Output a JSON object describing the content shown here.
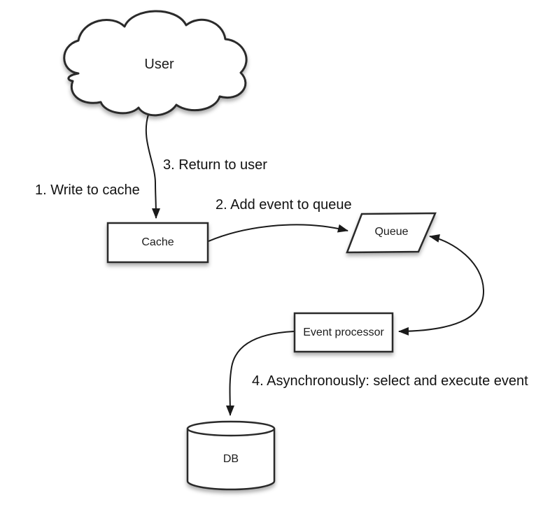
{
  "diagram": {
    "type": "flowchart",
    "background": "#ffffff",
    "colors": {
      "stroke": "#1f1f1f",
      "shape_fill": "#ffffff",
      "text": "#1c1c1c"
    },
    "nodes": [
      {
        "id": "user",
        "label": "User",
        "shape": "cloud"
      },
      {
        "id": "cache",
        "label": "Cache",
        "shape": "rectangle"
      },
      {
        "id": "queue",
        "label": "Queue",
        "shape": "parallelogram"
      },
      {
        "id": "event-processor",
        "label": "Event processor",
        "shape": "rectangle"
      },
      {
        "id": "db",
        "label": "DB",
        "shape": "cylinder"
      }
    ],
    "steps": {
      "step1": "1. Write to cache",
      "step2": "2. Add event to queue",
      "step3": "3. Return to user",
      "step4": "4. Asynchronously: select and execute event"
    },
    "edges": [
      {
        "from": "user",
        "to": "cache",
        "direction": "one-way",
        "labels": [
          "1. Write to cache",
          "3. Return to user"
        ]
      },
      {
        "from": "cache",
        "to": "queue",
        "direction": "one-way",
        "labels": [
          "2. Add event to queue"
        ]
      },
      {
        "from": "queue",
        "to": "event-processor",
        "direction": "two-way",
        "labels": []
      },
      {
        "from": "event-processor",
        "to": "db",
        "direction": "one-way",
        "labels": [
          "4. Asynchronously: select and execute event"
        ]
      }
    ]
  }
}
